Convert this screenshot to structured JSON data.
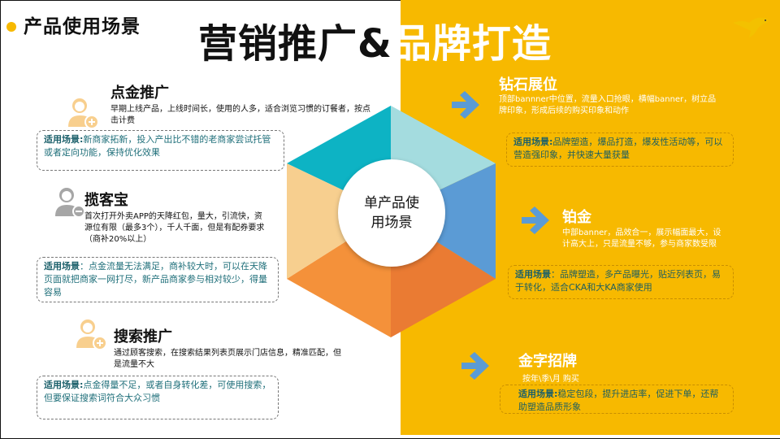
{
  "header": {
    "section_title": "产品使用场景",
    "main_title_dark": "营销推广&",
    "main_title_light": "品牌打造"
  },
  "colors": {
    "accent_yellow": "#f7b900",
    "hex_teal": "#0db3c4",
    "hex_light_teal": "#a4dcdf",
    "hex_blue": "#5b9bd5",
    "hex_dark_orange": "#ea7b33",
    "hex_orange": "#f4913a",
    "hex_peach": "#f7cf8f",
    "scene_text": "#1f6f7a"
  },
  "hub": {
    "label": "单产品使用场景"
  },
  "left_items": [
    {
      "title": "点金推广",
      "icon": "user-add-icon",
      "desc": "早期上线产品，上线时间长，使用的人多，适合浏览习惯的订餐者，按点击计费",
      "scene_label": "适用场景:",
      "scene_text": "新商家拓新，投入产出比不错的老商家尝试托管或者定向功能，保持优化效果"
    },
    {
      "title": "揽客宝",
      "icon": "user-remove-icon",
      "desc": "首次打开外卖APP的天降红包，量大，引流快，资源位有限（最多3个），千人千面，但是有配券要求（商补20%以上）",
      "scene_label": "适用场景",
      "scene_text": "：点金流量无法满足，商补较大时，可以在天降页面就把商家一网打尽，新产品商家参与相对较少，得量容易"
    },
    {
      "title": "搜索推广",
      "icon": "user-add-icon",
      "desc": "通过顾客搜索，在搜索结果列表页展示门店信息，精准匹配，但是流量不大",
      "scene_label": "适用场景:",
      "scene_text": "点金得量不足，或者自身转化差，可使用搜索，但要保证搜索词符合大众习惯"
    }
  ],
  "right_items": [
    {
      "title": "钻石展位",
      "icon": "arrow-right-icon",
      "desc": "顶部bannner中位置，流量入口抢眼，横幅banner，树立品牌印象，形成后续的购买印象和动作",
      "scene_label": "适用场景:",
      "scene_text": "品牌塑造，爆品打造，爆发性活动等，可以营造强印象，并快速大量获量"
    },
    {
      "title": "铂金",
      "icon": "arrow-right-icon",
      "desc": "中部banner，品效合一，展示幅面最大，设计高大上，只是流量不够，参与商家数受限",
      "scene_label": "适用场景",
      "scene_text": "：品牌塑造，多产品曝光，贴近列表页，易于转化，适合CKA和大KA商家使用"
    },
    {
      "title": "金字招牌",
      "icon": "arrow-right-icon",
      "desc": "按年\\季\\月 购买",
      "scene_label": "适用场景:",
      "scene_text": "稳定包段，提升进店率，促进下单，还帮助塑造品质形象"
    }
  ]
}
